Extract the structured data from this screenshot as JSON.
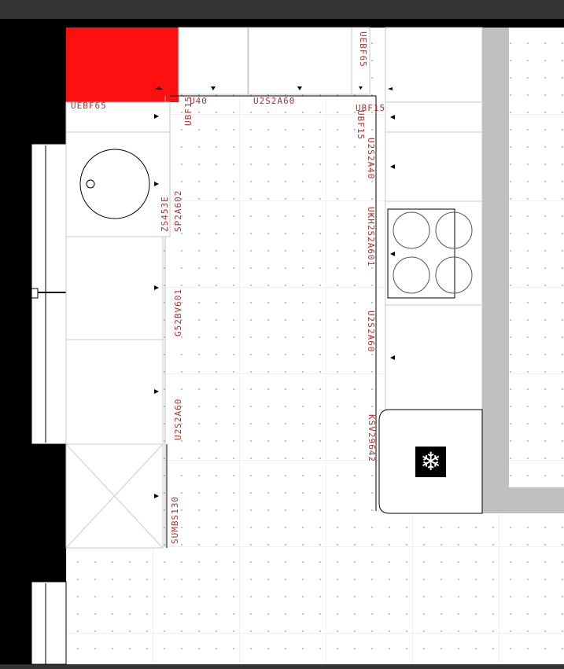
{
  "plan": {
    "highlight_color": "#ff1010",
    "label_color": "#b03030",
    "wall_color": "#c0c0c0",
    "labels": {
      "top_left_cabinet": "UEBF65",
      "top_right_filler": "UEBF65",
      "left_filler": "UBF15",
      "top_u40": "U40",
      "top_u2s2a60": "U2S2A60",
      "right_filler_small": "UBF15",
      "right_filler": "UBF15",
      "right_u2s2a40": "U2S2A40",
      "right_hob": "UKH2S2A601",
      "right_u2s2a60": "U2S2A60",
      "fridge": "KSV29642",
      "sink_line1": "ZS453E",
      "sink_line2": "SP2A602",
      "dishwasher": "G52BV601",
      "left_u2s2a60": "U2S2A60",
      "corner": "SUMBS130"
    }
  }
}
